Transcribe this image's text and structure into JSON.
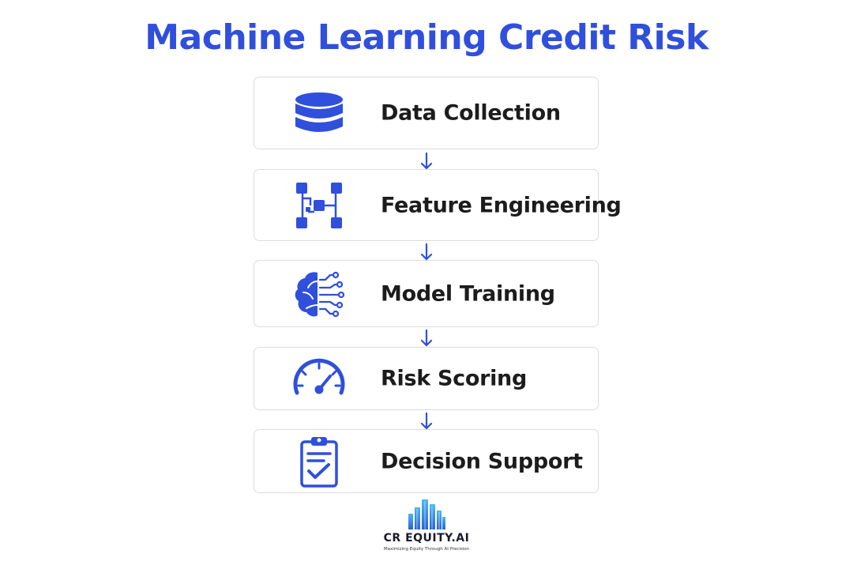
{
  "title": "Machine Learning Credit Risk",
  "steps": [
    {
      "label": "Data Collection",
      "icon": "database-icon"
    },
    {
      "label": "Feature Engineering",
      "icon": "feature-network-icon"
    },
    {
      "label": "Model Training",
      "icon": "brain-circuit-icon"
    },
    {
      "label": "Risk Scoring",
      "icon": "gauge-icon"
    },
    {
      "label": "Decision Support",
      "icon": "clipboard-check-icon"
    }
  ],
  "connector_icon": "arrow-down-icon",
  "logo": {
    "name": "CR EQUITY.AI",
    "tagline": "Maximizing Equity Through AI Precision",
    "icon": "city-skyline-logo"
  },
  "colors": {
    "accent": "#2f4fdc",
    "text": "#1c1c1c",
    "border": "#dcdcdc"
  }
}
